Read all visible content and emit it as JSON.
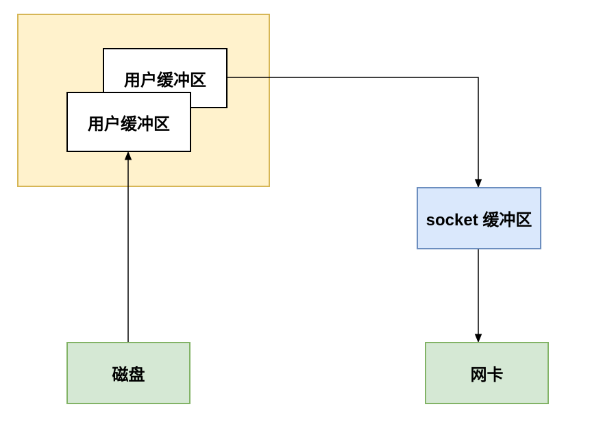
{
  "nodes": {
    "user_buffer_back": {
      "label": "用户缓冲区"
    },
    "user_buffer_front": {
      "label": "用户缓冲区"
    },
    "socket_buffer": {
      "label": "socket 缓冲区"
    },
    "disk": {
      "label": "磁盘"
    },
    "nic": {
      "label": "网卡"
    }
  },
  "edges": [
    {
      "from": "disk",
      "to": "user_buffer_front",
      "direction": "up"
    },
    {
      "from": "user_buffer_back",
      "to": "socket_buffer",
      "direction": "right-then-down"
    },
    {
      "from": "socket_buffer",
      "to": "nic",
      "direction": "down"
    }
  ],
  "colors": {
    "group_fill": "#fff2cc",
    "group_border": "#d6b656",
    "buffer_fill": "#ffffff",
    "buffer_border": "#000000",
    "socket_fill": "#dae8fc",
    "socket_border": "#6c8ebf",
    "green_fill": "#d5e8d4",
    "green_border": "#82b366",
    "arrow": "#000000",
    "background": "#ffffff"
  }
}
